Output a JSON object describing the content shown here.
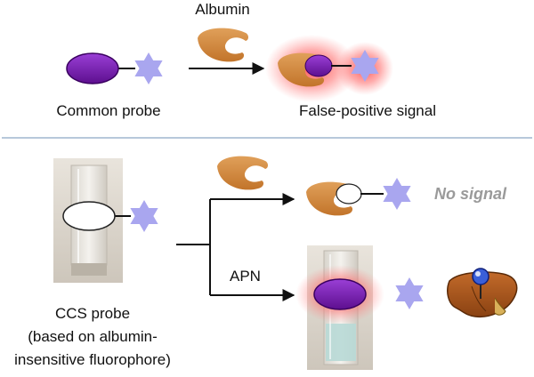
{
  "top": {
    "albumin_label": "Albumin",
    "common_probe_label": "Common probe",
    "false_positive_label": "False-positive signal"
  },
  "bottom": {
    "no_signal_label": "No signal",
    "apn_label": "APN",
    "ccs_probe_line1": "CCS probe",
    "ccs_probe_line2": "(based on albumin-",
    "ccs_probe_line3": "insensitive fluorophore)"
  },
  "colors": {
    "probe_purple": "#7a1fb0",
    "star_lavender": "#a9a6ef",
    "albumin_orange": "#d4883a",
    "glow_red": "#ff3b3b",
    "divider_blue": "#9fb6cf",
    "liver_brown": "#a0521c",
    "no_signal_gray": "#9a9a9a"
  },
  "icons": [
    "star-icon",
    "albumin-icon",
    "cuvette-icon",
    "liver-icon"
  ]
}
